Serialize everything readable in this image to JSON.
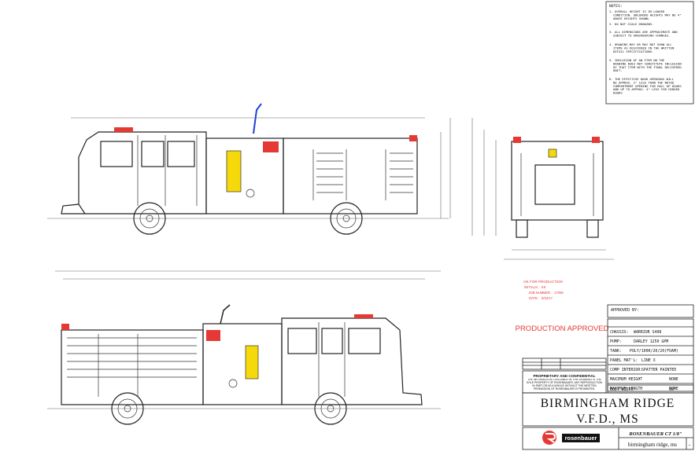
{
  "notes": {
    "heading": "NOTES:",
    "items": [
      "1. OVERALL HEIGHT IS IN LOADED CONDITION. UNLOADED HEIGHTS MAY BE 4\" ABOVE HEIGHTS SHOWN.",
      "2. DO NOT SCALE DRAWING.",
      "3. ALL DIMENSIONS ARE APPROXIMATE AND SUBJECT TO ENGINEERING CHANGES.",
      "4. DRAWING MAY OR MAY NOT SHOW ALL ITEMS AS DESCRIBED IN THE WRITTEN DETAIL SPECIFICATIONS.",
      "5. INCLUSION OF AN ITEM ON THE DRAWING DOES NOT CONSTITUTE INCLUSION OF THAT ITEM WITH THE FINAL DELIVERED UNIT.",
      "6. THE EFFECTIVE DOOR OPENINGS WILL BE APPROX. 2\" LESS THAN THE NOTED COMPARTMENT OPENING FOR ROLL UP DOORS AND UP TO APPROX. 4\" LESS FOR HINGED DOORS"
    ]
  },
  "approval": {
    "ok_for_production": "OK FOR PRODUCTION",
    "initials_label": "INITIALS:",
    "initials_value": "KK",
    "job_number_label": "JOB NUMBER:",
    "job_number_value": "17006",
    "date_label": "DATE:",
    "date_value": "6/22/17",
    "stamp": "PRODUCTION APPROVED"
  },
  "approved_by": {
    "label": "APPROVED BY:"
  },
  "specs": [
    {
      "label": "CHASSIS:",
      "value": "WARRIOR S408"
    },
    {
      "label": "PUMP:",
      "value": "DARLEY 1250 GPM"
    },
    {
      "label": "TANK:",
      "value": "POLY/1000/20/20(FOAM)"
    },
    {
      "label": "PANEL MAT'L:",
      "value": "LINE X"
    },
    {
      "label": "COMP INTERIOR:",
      "value": "SPATTER PAINTED"
    },
    {
      "label": "MAXIMUM HEIGHT",
      "value": "NONE"
    },
    {
      "label": "MAXIMUM LENGTH",
      "value": "NONE"
    },
    {
      "label": "BODY WIDTH",
      "value": "98\""
    }
  ],
  "confidential": {
    "title": "PROPRIETARY AND CONFIDENTIAL",
    "text": "THE INFORMATION CONTAINED IN THIS DRAWING IS THE SOLE PROPERTY OF ROSENBAUER. ANY REPRODUCTION IN PART OR AS A WHOLE WITHOUT THE WRITTEN PERMISSION OF ROSENBAUER IS PROHIBITED."
  },
  "customer": {
    "line1": "BIRMINGHAM RIDGE",
    "line2": "V.F.D., MS"
  },
  "brand": {
    "logo_text": "rosenbauer",
    "model": "ROSENBAUER CT 1/8\"",
    "filename": "birmingham ridge, ms",
    "sheet": "-"
  },
  "colors": {
    "red": "#e53935",
    "yellow": "#f5d90a",
    "line": "#222222"
  }
}
